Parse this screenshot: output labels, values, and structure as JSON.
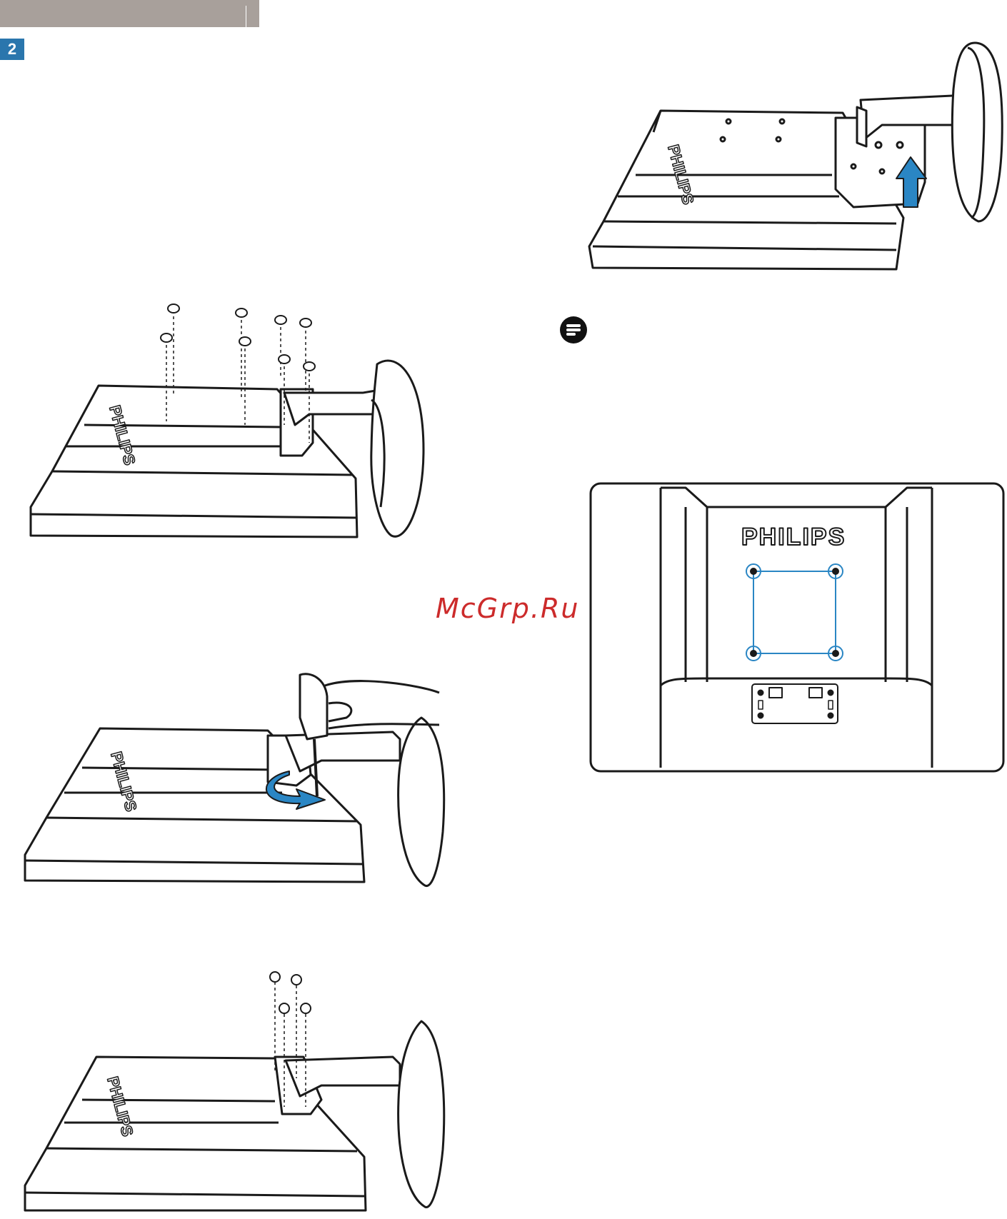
{
  "page": {
    "step_number": "2",
    "watermark_text": "McGrp.Ru"
  },
  "figures": {
    "brand": "PHILIPS",
    "icons": {
      "note": "note-icon",
      "arrow_up": "arrow-up-icon",
      "arrow_rotate": "rotate-arrow-icon",
      "screwdriver": "screwdriver-hand-icon"
    }
  },
  "colors": {
    "header_bar": "#a8a09b",
    "step_badge": "#2a76ad",
    "accent_blue": "#2a86c4",
    "watermark": "#cc2b2b",
    "line": "#1a1a1a"
  }
}
